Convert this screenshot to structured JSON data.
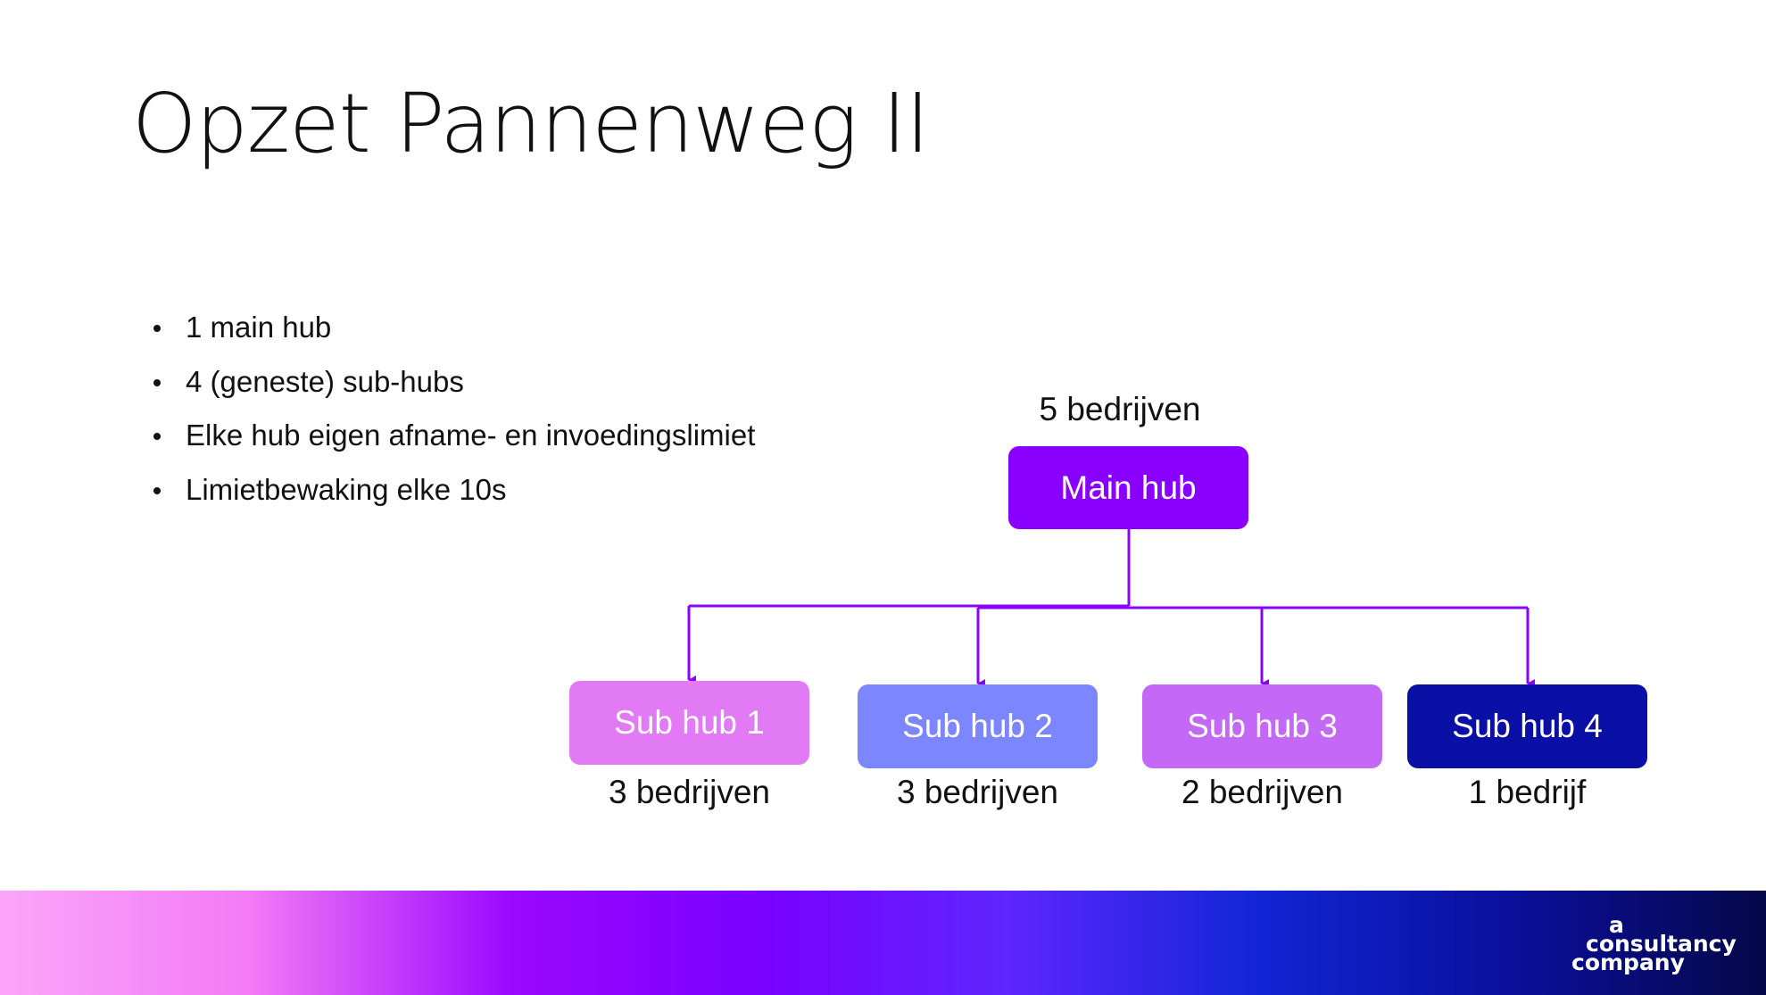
{
  "slide": {
    "title": "Opzet Pannenweg II",
    "bullets": [
      "1 main hub",
      "4 (geneste) sub-hubs",
      "Elke hub eigen afname- en invoedingslimiet",
      "Limietbewaking elke 10s"
    ]
  },
  "diagram": {
    "main": {
      "label": "Main hub",
      "count": "5 bedrijven",
      "color": "#8a00ff"
    },
    "subs": [
      {
        "label": "Sub hub 1",
        "count": "3 bedrijven",
        "color": "#e27af5"
      },
      {
        "label": "Sub hub 2",
        "count": "3 bedrijven",
        "color": "#7b86ff"
      },
      {
        "label": "Sub hub 3",
        "count": "2 bedrijven",
        "color": "#c468f8"
      },
      {
        "label": "Sub hub 4",
        "count": "1 bedrijf",
        "color": "#0a0fa6"
      }
    ],
    "connector_color": "#8a00ff"
  },
  "footer": {
    "logo_lines": [
      "a",
      "consultancy",
      "company"
    ],
    "gradient": [
      "#fba6f9",
      "#f37bf6",
      "#9a08ff",
      "#7a00ff",
      "#5e25ff",
      "#1226d6",
      "#0a0f9a",
      "#050848"
    ]
  }
}
